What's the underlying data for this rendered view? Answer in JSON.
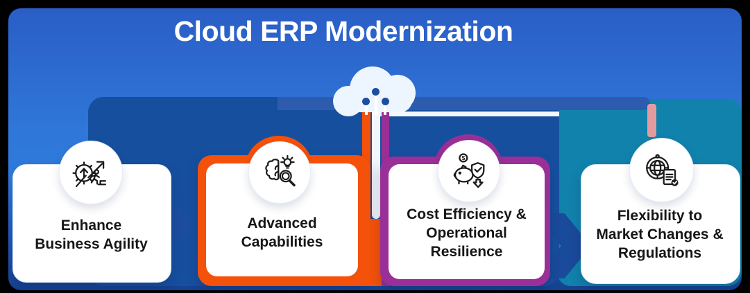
{
  "title": "Cloud ERP Modernization",
  "hub": {
    "icon": "cloud-icon",
    "node_count": 3
  },
  "cards": [
    {
      "id": "enhance-business-agility",
      "icon": "gear-runner-arrow-icon",
      "lines": [
        "Enhance",
        "Business Agility"
      ],
      "accent": "#FFFFFF"
    },
    {
      "id": "advanced-capabilities",
      "icon": "brain-bulb-magnifier-icon",
      "lines": [
        "Advanced",
        "Capabilities"
      ],
      "accent": "#F4510A"
    },
    {
      "id": "cost-efficiency-operational-resilience",
      "icon": "piggybank-shield-check-icon",
      "lines": [
        "Cost Efficiency &",
        "Operational",
        "Resilience"
      ],
      "accent": "#9A3097"
    },
    {
      "id": "flexibility-market-changes-regulations",
      "icon": "globe-document-check-icon",
      "lines": [
        "Flexibility to",
        "Market Changes &",
        "Regulations"
      ],
      "accent": "#1182AC"
    }
  ],
  "colors": {
    "background_blue_top": "#2A5EC6",
    "background_blue_mid": "#2F7ADC",
    "background_blue_bottom": "#16418F",
    "navy_panel": "#174F9F",
    "branch_bar": "#2D5BAE",
    "teal_panel": "#1182AC",
    "orange": "#F4510A",
    "purple": "#9A3097",
    "salmon_connector": "#E49BA0",
    "cloud": "#EDF6FE",
    "node_dot": "#1D4FA0",
    "title_text": "#FFFFFF",
    "card_text": "#161616"
  }
}
